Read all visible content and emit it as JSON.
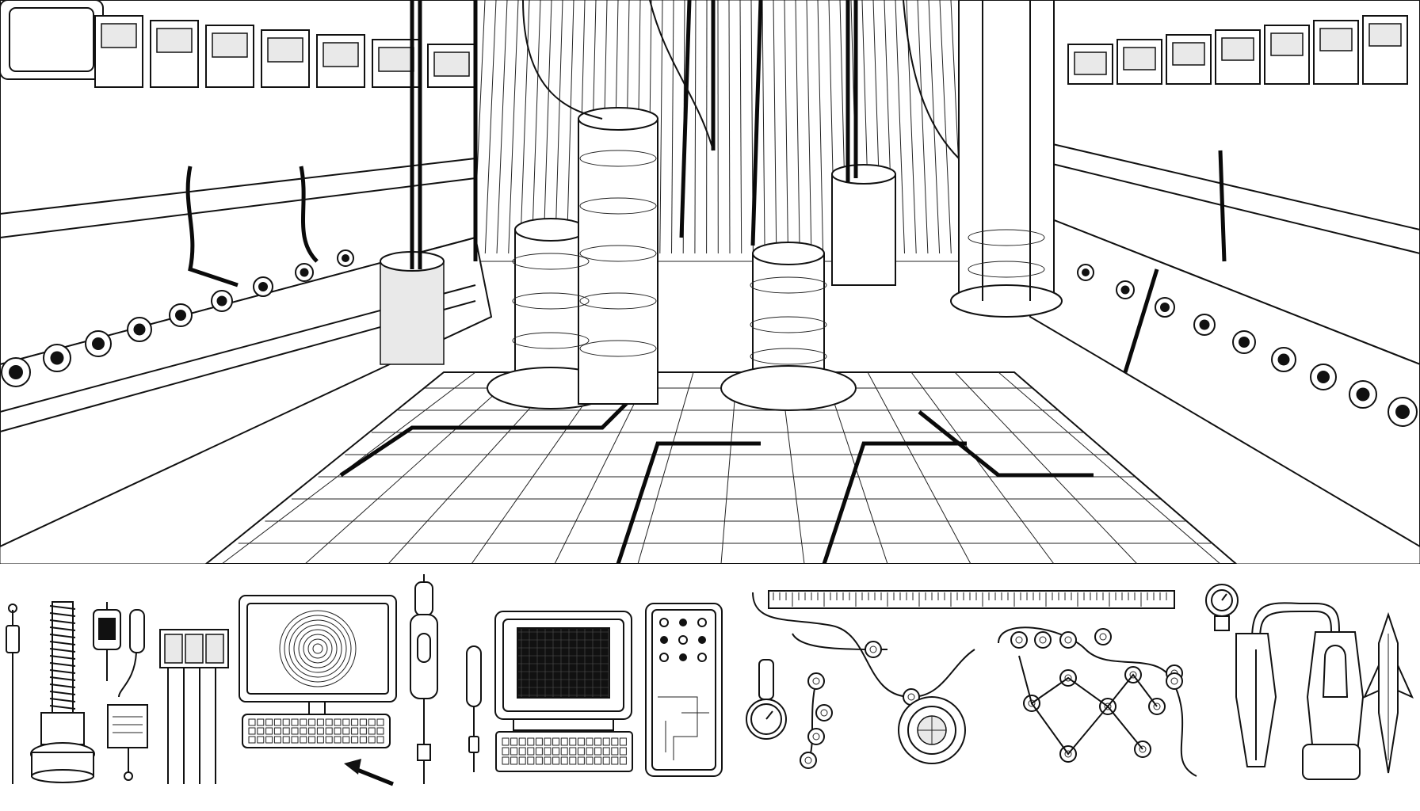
{
  "scene": {
    "style": "black-and-white line art",
    "palette": {
      "ink": "#111111",
      "paper": "#ffffff",
      "shade": "#e9e9e9"
    },
    "panels": [
      {
        "name": "factory-interior-panel",
        "icon": "industrial-facility-illustration"
      },
      {
        "name": "equipment-strip-panel",
        "icon": "equipment-collection-illustration"
      }
    ],
    "items": [
      {
        "name": "probe-tool-icon"
      },
      {
        "name": "coiled-column-icon"
      },
      {
        "name": "bottle-gauge-icon"
      },
      {
        "name": "hanging-tag-icon"
      },
      {
        "name": "three-prong-panel-icon"
      },
      {
        "name": "desktop-computer-icon"
      },
      {
        "name": "cylinder-probe-icon"
      },
      {
        "name": "stylus-pen-icon"
      },
      {
        "name": "arrow-icon"
      },
      {
        "name": "terminal-computer-icon"
      },
      {
        "name": "control-panel-icon"
      },
      {
        "name": "ruler-bar-icon"
      },
      {
        "name": "thermometer-gauge-icon"
      },
      {
        "name": "pipe-network-icon"
      },
      {
        "name": "round-valve-icon"
      },
      {
        "name": "pressure-gauge-icon"
      },
      {
        "name": "hose-nozzle-icon"
      },
      {
        "name": "spaceship-icon"
      }
    ]
  }
}
